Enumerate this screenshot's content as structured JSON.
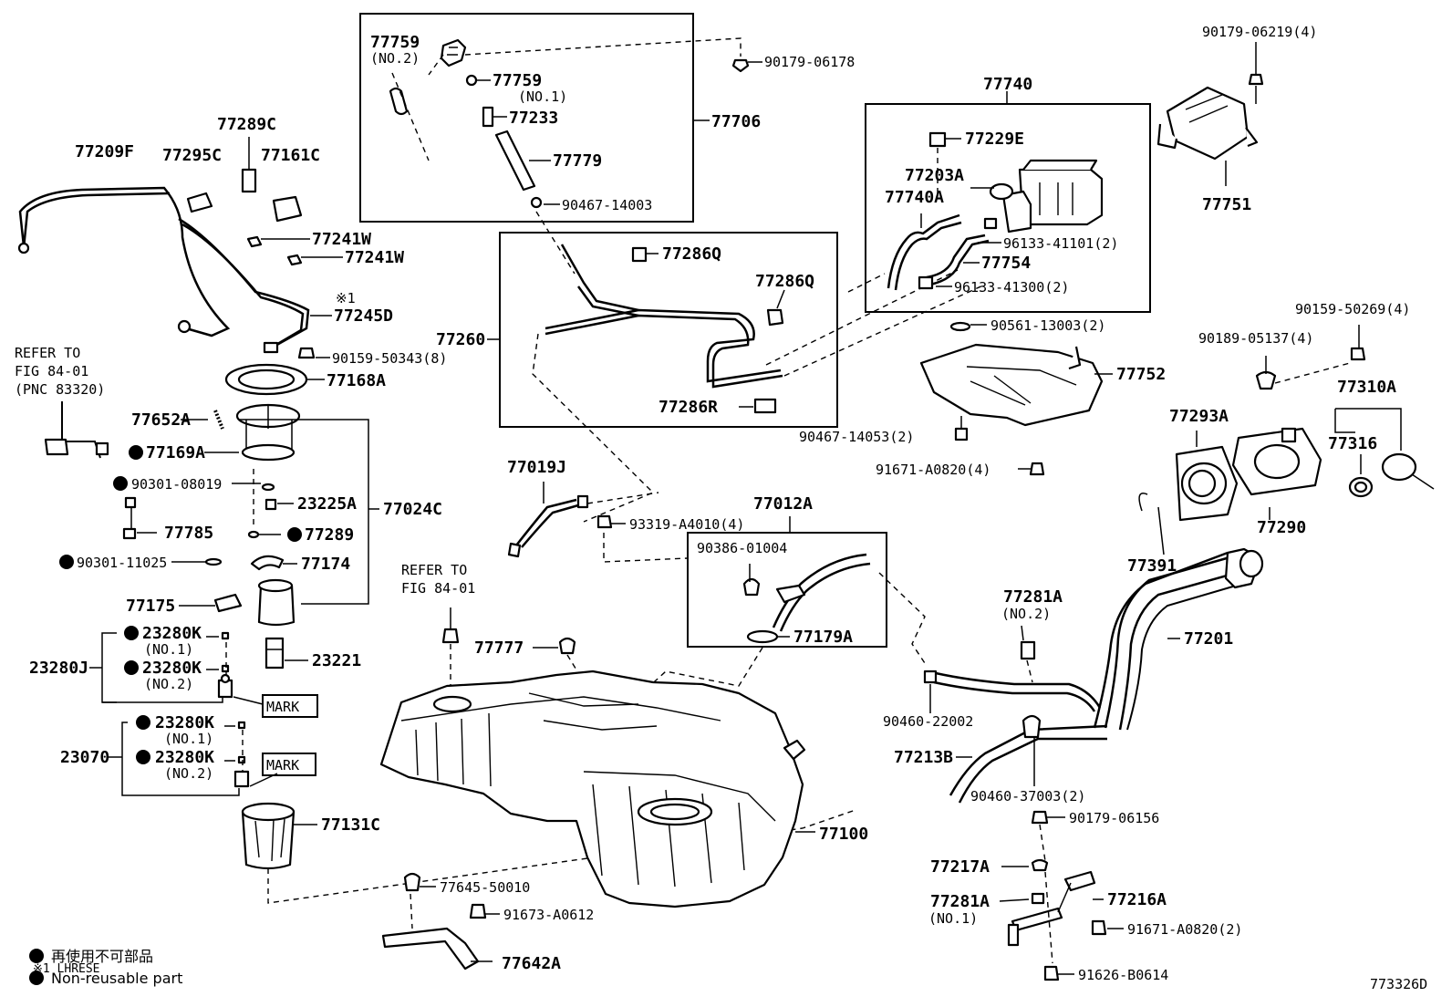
{
  "diagram_id": "773326D",
  "legend": {
    "non_reusable_jp": "再使用不可部品",
    "non_reusable_en": "Non-reusable part",
    "marker_note": "※1 LHRESE"
  },
  "labels": {
    "l77759_no2": "77759",
    "l77759_no2_sub": "(NO.2)",
    "l77759_no1": "77759",
    "l77759_no1_sub": "(NO.1)",
    "l77233": "77233",
    "l77779": "77779",
    "l77706": "77706",
    "l90467_14003": "90467-14003",
    "l90179_06178": "90179-06178",
    "l77289C": "77289C",
    "l77209F": "77209F",
    "l77295C": "77295C",
    "l77161C": "77161C",
    "l77241W_a": "77241W",
    "l77241W_b": "77241W",
    "l77245D_mark": "※1",
    "l77245D": "77245D",
    "l90159_50343": "90159-50343(8)",
    "l77168A": "77168A",
    "refer_a_1": "REFER TO",
    "refer_a_2": "FIG 84-01",
    "refer_a_3": "(PNC 83320)",
    "l77652A": "77652A",
    "l77169A": "77169A",
    "l90301_08019": "90301-08019",
    "l23225A": "23225A",
    "l77024C": "77024C",
    "l77785": "77785",
    "l77289": "77289",
    "l90301_11025": "90301-11025",
    "l77174": "77174",
    "l77175": "77175",
    "l23280K_1": "23280K",
    "l23280K_1_sub": "(NO.1)",
    "l23280K_2": "23280K",
    "l23280K_2_sub": "(NO.2)",
    "l23280J": "23280J",
    "l23221": "23221",
    "mark_1": "MARK",
    "l23280K_3": "23280K",
    "l23280K_3_sub": "(NO.1)",
    "l23280K_4": "23280K",
    "l23280K_4_sub": "(NO.2)",
    "l23070": "23070",
    "mark_2": "MARK",
    "l77131C": "77131C",
    "l77286Q_a": "77286Q",
    "l77286Q_b": "77286Q",
    "l77260": "77260",
    "l77286R": "77286R",
    "l77740": "77740",
    "l77229E": "77229E",
    "l77203A": "77203A",
    "l77740A": "77740A",
    "l96133_41101": "96133-41101(2)",
    "l77754": "77754",
    "l96133_41300": "96133-41300(2)",
    "l90179_06219": "90179-06219(4)",
    "l77751": "77751",
    "l90561_13003": "90561-13003(2)",
    "l77752": "77752",
    "l90467_14053": "90467-14053(2)",
    "l91671_A0820_4": "91671-A0820(4)",
    "l90159_50269": "90159-50269(4)",
    "l90189_05137": "90189-05137(4)",
    "l77310A": "77310A",
    "l77293A": "77293A",
    "l77316": "77316",
    "l77290": "77290",
    "l77391": "77391",
    "l77019J": "77019J",
    "l93319_A4010": "93319-A4010(4)",
    "l77012A": "77012A",
    "l90386_01004": "90386-01004",
    "l77179A": "77179A",
    "refer_b_1": "REFER TO",
    "refer_b_2": "FIG 84-01",
    "l77777": "77777",
    "l77281A_no2": "77281A",
    "l77281A_no2_sub": "(NO.2)",
    "l77201": "77201",
    "l90460_22002": "90460-22002",
    "l77213B": "77213B",
    "l90460_37003": "90460-37003(2)",
    "l90179_06156": "90179-06156",
    "l77100": "77100",
    "l77217A": "77217A",
    "l77281A_no1": "77281A",
    "l77281A_no1_sub": "(NO.1)",
    "l77216A": "77216A",
    "l91671_A0820_2": "91671-A0820(2)",
    "l77645_50010": "77645-50010",
    "l91673_A0612": "91673-A0612",
    "l77642A": "77642A",
    "l91626_B0614": "91626-B0614"
  }
}
